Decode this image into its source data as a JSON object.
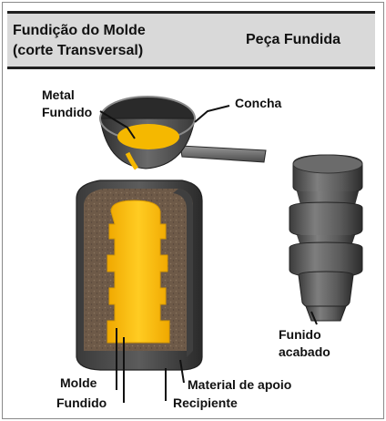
{
  "header": {
    "left_line1": "Fundição do Molde",
    "left_line2": "(corte Transversal)",
    "right": "Peça Fundida"
  },
  "labels": {
    "metal_line1": "Metal",
    "metal_line2": "Fundido",
    "concha": "Concha",
    "funido_line1": "Funido",
    "funido_line2": "acabado",
    "molde": "Molde",
    "fundido": "Fundido",
    "material_apoio": "Material de apoio",
    "recipiente": "Recipiente"
  },
  "colors": {
    "molten_metal": "#f5b800",
    "sand": "#6e5a48",
    "container": "#4a4a4a",
    "header_bg": "#d9d9d9"
  }
}
